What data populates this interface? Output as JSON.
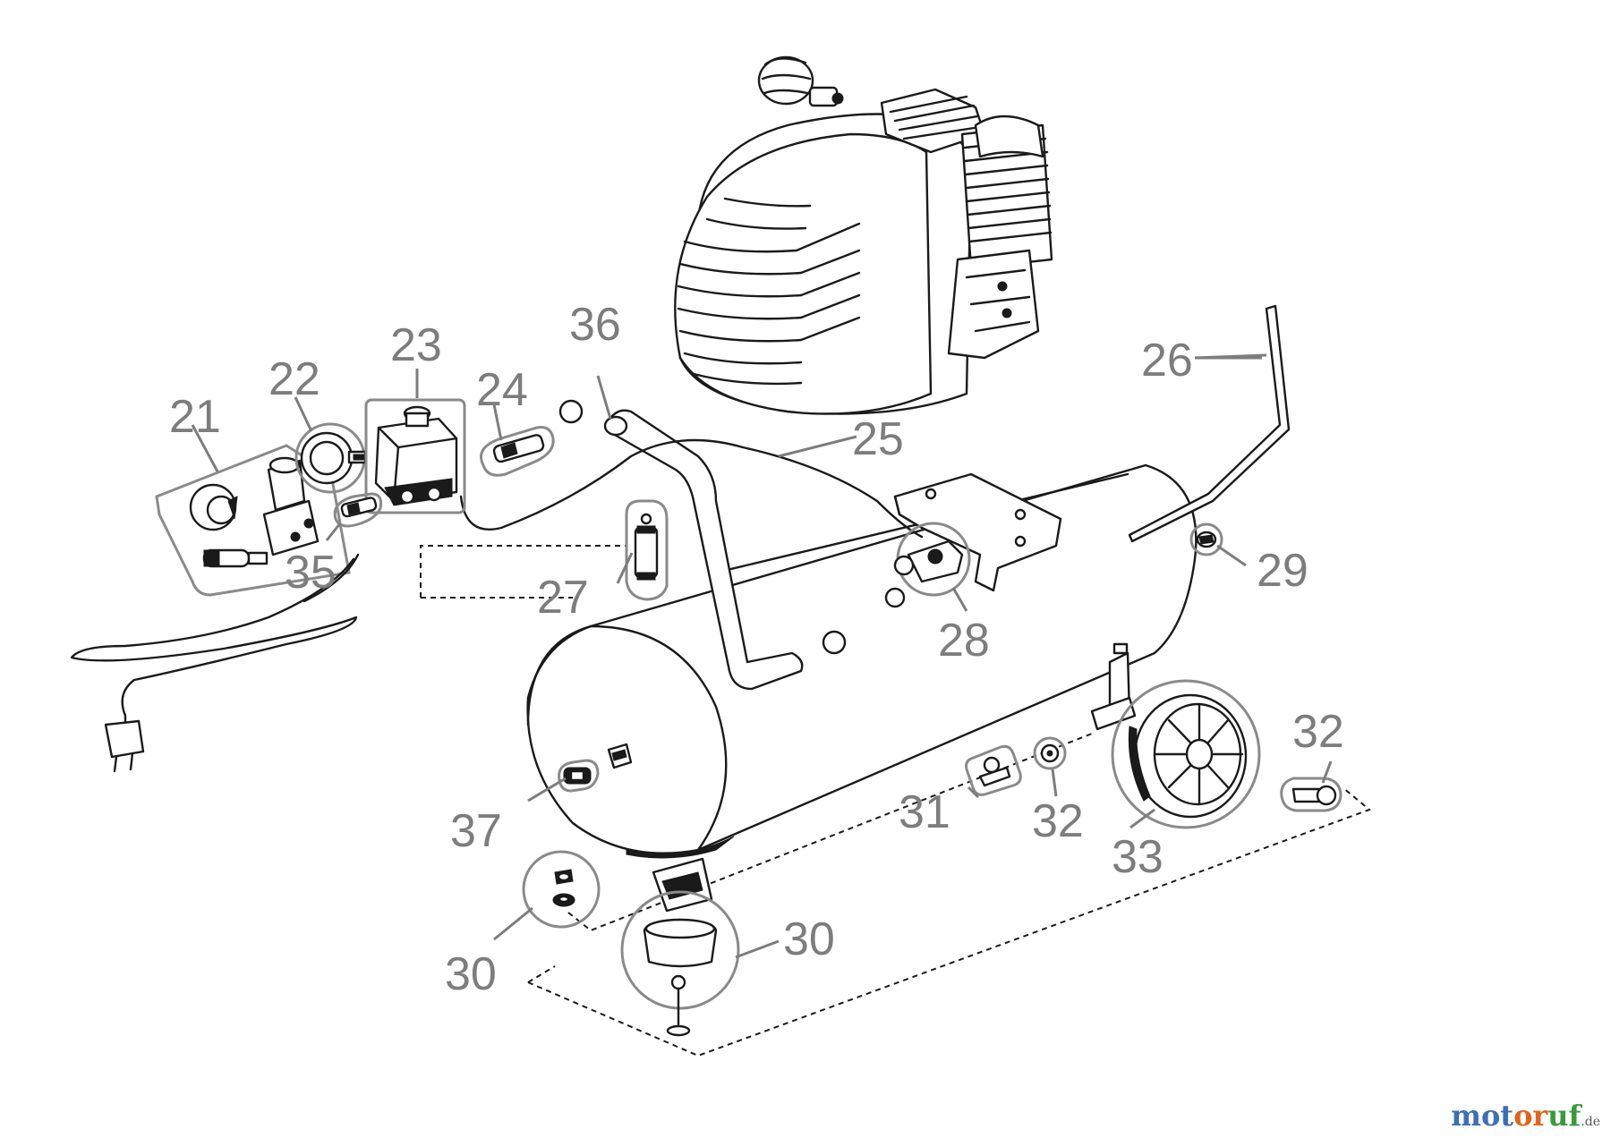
{
  "labels": {
    "p21": "21",
    "p22": "22",
    "p23": "23",
    "p24": "24",
    "p25": "25",
    "p26": "26",
    "p27": "27",
    "p28": "28",
    "p29": "29",
    "p30a": "30",
    "p30b": "30",
    "p31": "31",
    "p32a": "32",
    "p32b": "32",
    "p33": "33",
    "p35": "35",
    "p36": "36",
    "p37": "37"
  },
  "watermark": {
    "part1": "mot",
    "part2": "or",
    "part3": "uf",
    "suffix": ".de"
  }
}
